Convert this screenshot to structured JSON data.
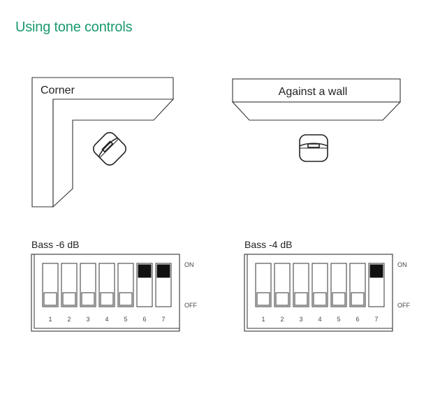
{
  "page": {
    "title": "Using tone controls"
  },
  "placements": [
    {
      "label": "Corner"
    },
    {
      "label": "Against a wall"
    }
  ],
  "dip_panels": [
    {
      "title": "Bass -6 dB",
      "on_label": "ON",
      "off_label": "OFF",
      "switches": [
        {
          "number": "1",
          "state": "off"
        },
        {
          "number": "2",
          "state": "off"
        },
        {
          "number": "3",
          "state": "off"
        },
        {
          "number": "4",
          "state": "off"
        },
        {
          "number": "5",
          "state": "off"
        },
        {
          "number": "6",
          "state": "on"
        },
        {
          "number": "7",
          "state": "on"
        }
      ]
    },
    {
      "title": "Bass -4 dB",
      "on_label": "ON",
      "off_label": "OFF",
      "switches": [
        {
          "number": "1",
          "state": "off"
        },
        {
          "number": "2",
          "state": "off"
        },
        {
          "number": "3",
          "state": "off"
        },
        {
          "number": "4",
          "state": "off"
        },
        {
          "number": "5",
          "state": "off"
        },
        {
          "number": "6",
          "state": "off"
        },
        {
          "number": "7",
          "state": "on"
        }
      ]
    }
  ]
}
